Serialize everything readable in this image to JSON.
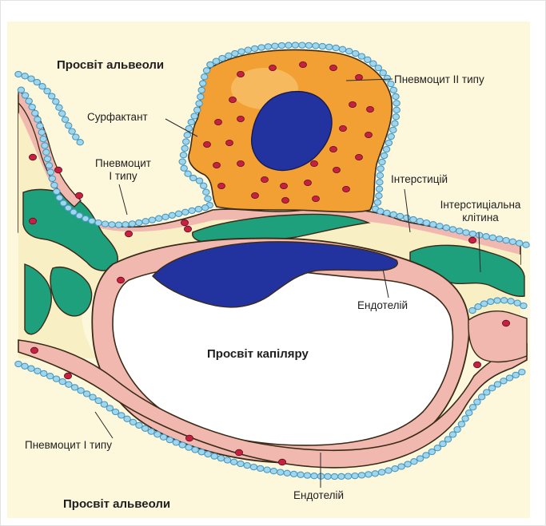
{
  "labels": {
    "alveolus_lumen_top": "Просвіт альвеоли",
    "alveolus_lumen_bottom": "Просвіт альвеоли",
    "capillary_lumen": "Просвіт капіляру",
    "surfactant": "Сурфактант",
    "pneumocyte_type1_line1": "Пневмоцит",
    "pneumocyte_type1_line2": "I типу",
    "pneumocyte_type1_bottom": "Пневмоцит I типу",
    "pneumocyte_type2": "Пневмоцит II типу",
    "interstitium": "Інтерстицій",
    "interstitial_cell_line1": "Інтерстиціальна",
    "interstitial_cell_line2": "клітина",
    "endothelium_middle": "Ендотелій",
    "endothelium_bottom": "Ендотелій"
  },
  "colors": {
    "background": "#fdf8dc",
    "interstitium": "#f8efc4",
    "alveolar_lumen": "#fdf8dc",
    "surfactant_beads": "#9fd6ee",
    "bead_stroke": "#4a98bf",
    "pneumocyte_type2": "#f2a033",
    "nucleus": "#2233a0",
    "pink_tissue": "#f1b8b0",
    "red_granules": "#c82040",
    "interstitial_cell": "#1fa07c",
    "capillary_lumen": "#ffffff",
    "outline": "#3a2a18"
  }
}
